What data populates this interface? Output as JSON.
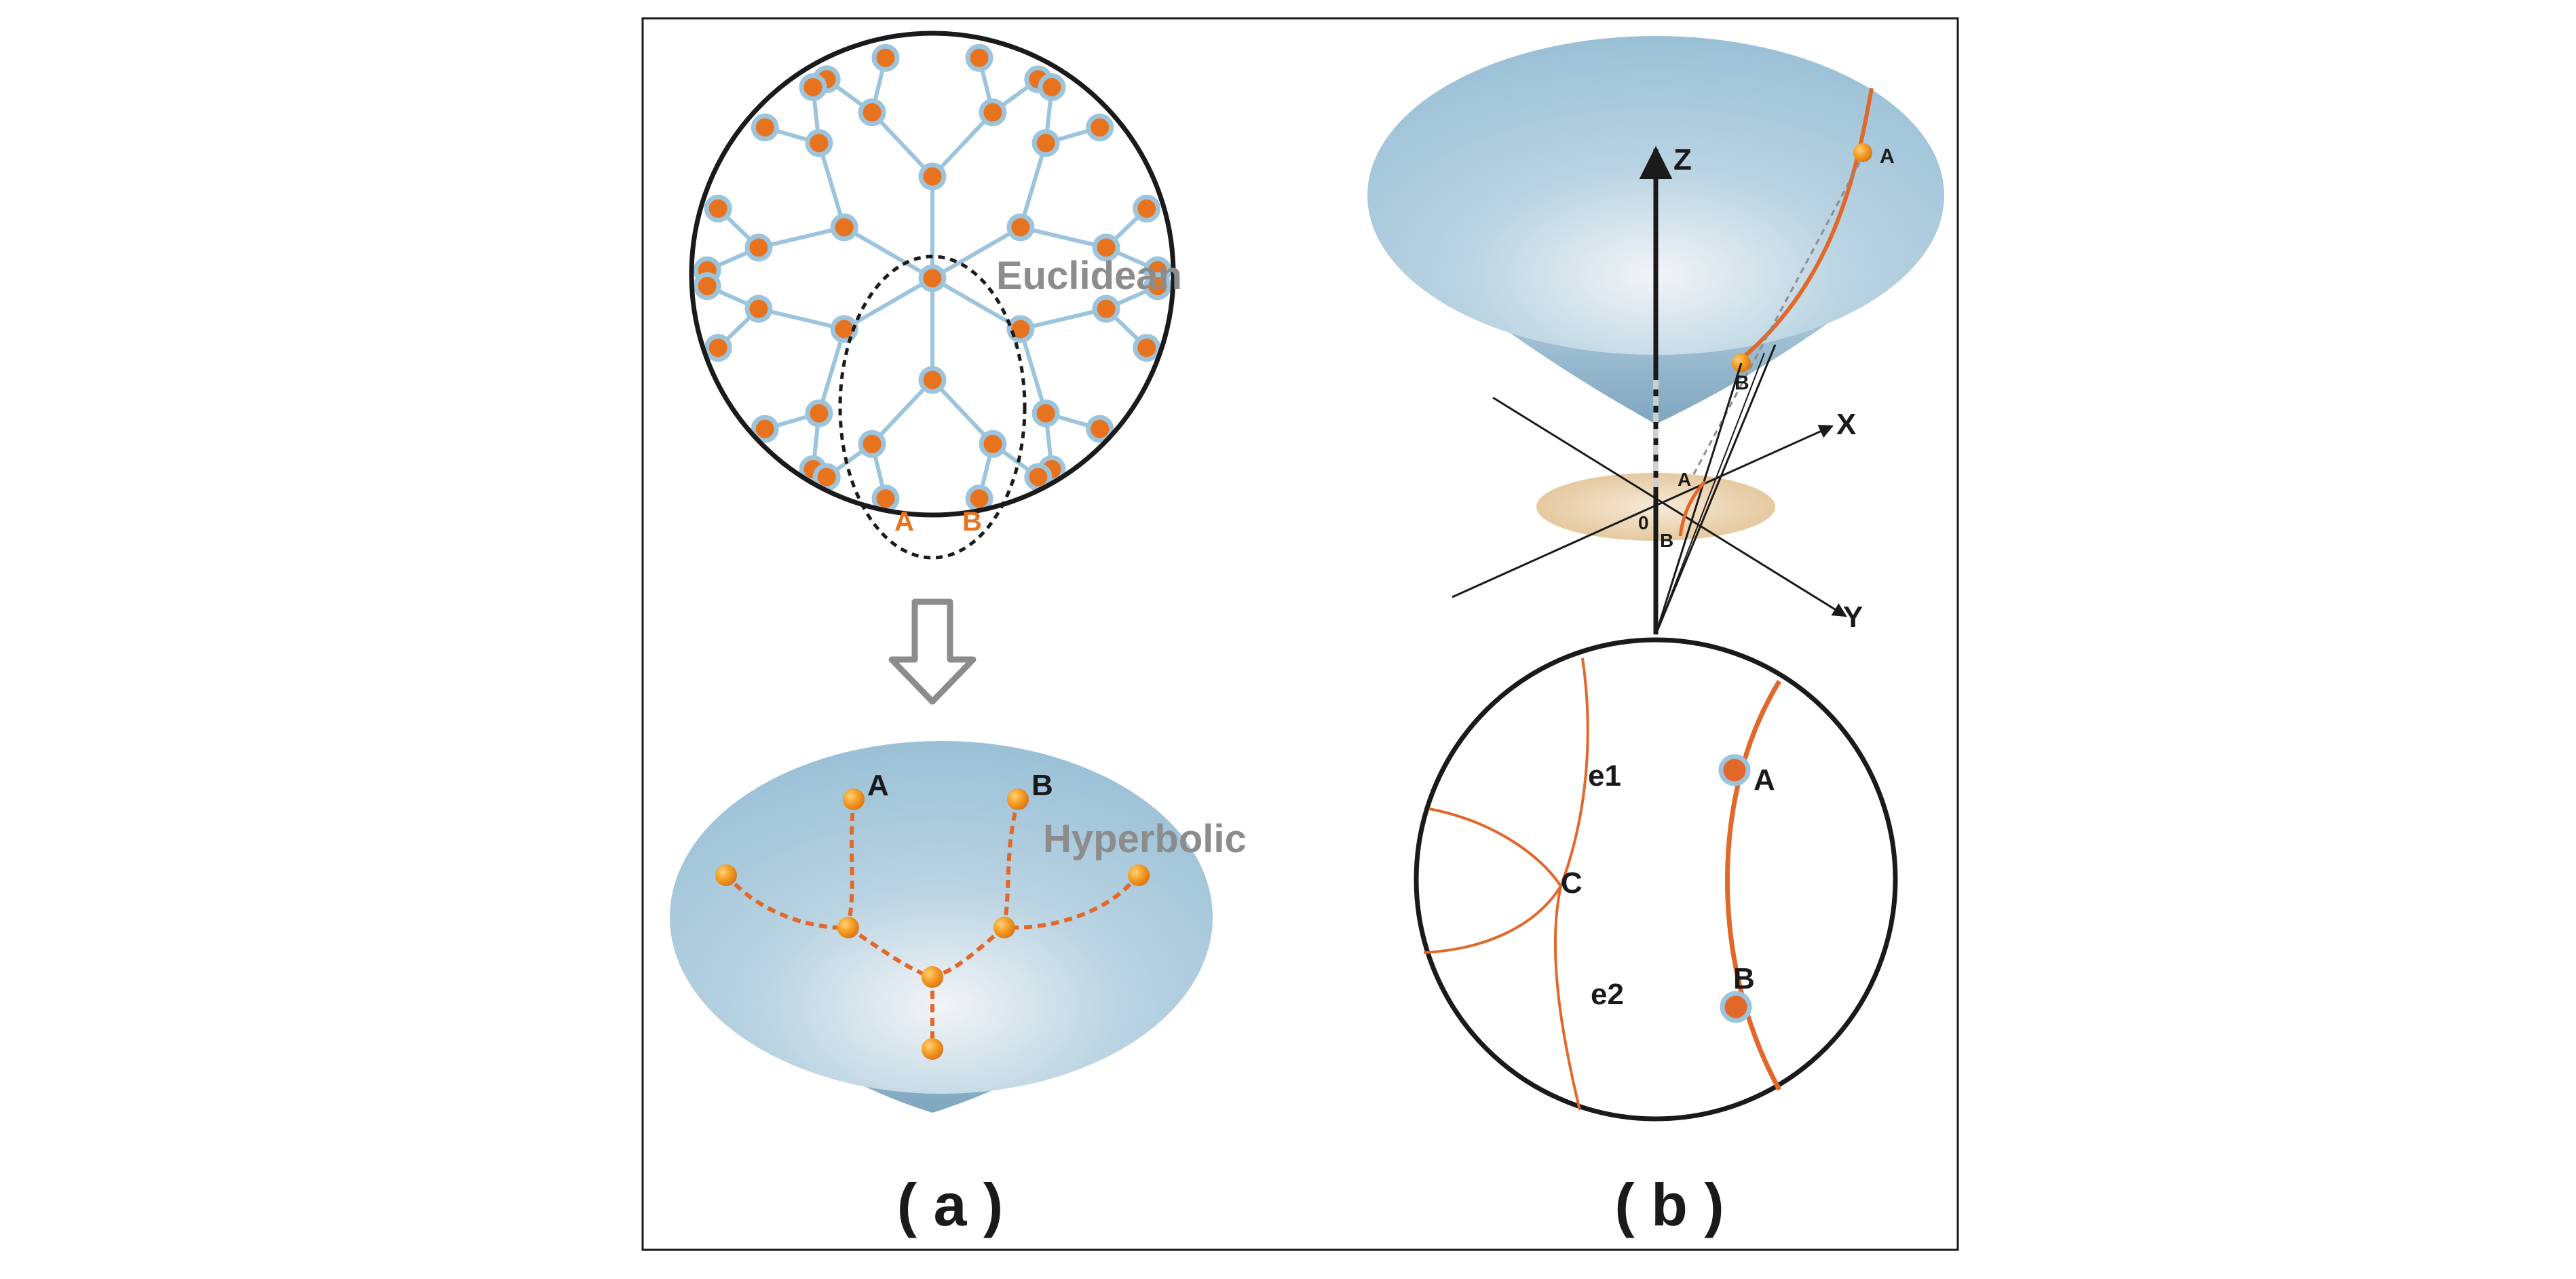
{
  "panel_a": {
    "euclidean_label": "Euclidean",
    "hyperbolic_label": "Hyperbolic",
    "node_a_euclid": "A",
    "node_b_euclid": "B",
    "node_a_hyper": "A",
    "node_b_hyper": "B",
    "caption": "( a )"
  },
  "panel_b": {
    "axis_z": "Z",
    "axis_x": "X",
    "axis_y": "Y",
    "origin": "0",
    "point_a_top": "A",
    "point_b_top": "B",
    "point_a_disk": "A",
    "point_b_disk": "B",
    "disk_a": "A",
    "disk_b": "B",
    "edge_e1": "e1",
    "edge_e2": "e2",
    "point_c": "C",
    "caption": "( b )"
  },
  "colors": {
    "node_fill": "#e8731f",
    "node_ring": "#9cc4dc",
    "edge_blue": "#9cc4dc",
    "geodesic_orange": "#e2682a",
    "bowl_blue": "#9cc2d8",
    "disk_tan": "#e6c8a0",
    "frame": "#1a1a1a"
  }
}
